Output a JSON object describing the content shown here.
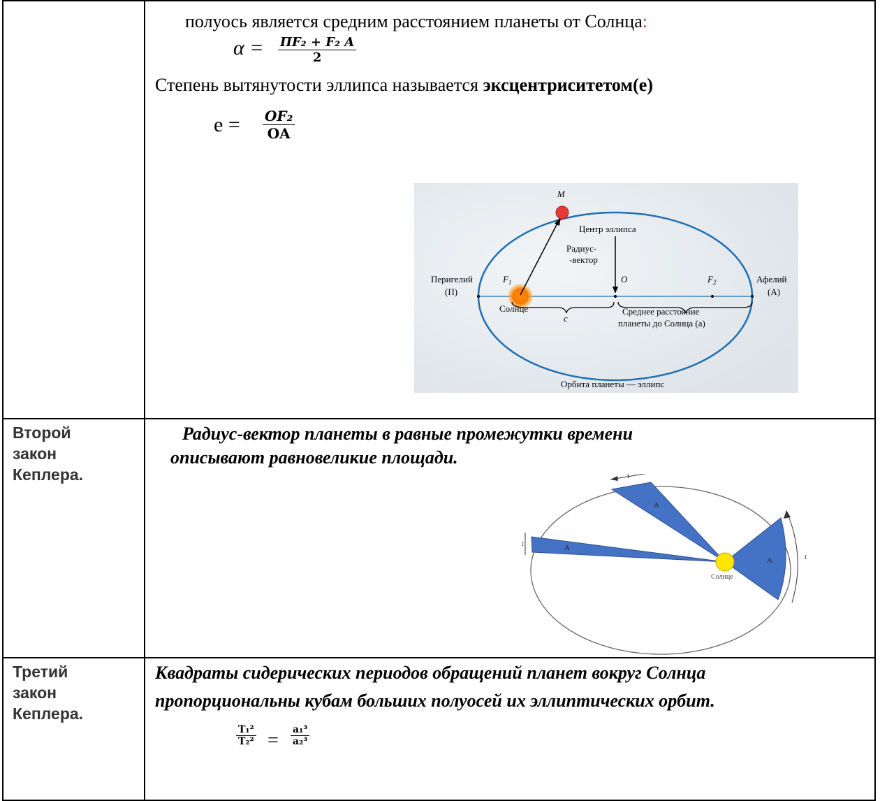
{
  "law1": {
    "line_before": "полуось является средним расстоянием планеты от Солнца",
    "colon": ":",
    "formula_a": {
      "lhs": "α =",
      "num": "ПF₂ + F₂ A",
      "den": "2"
    },
    "ecc_text": "Степень вытянутости эллипса называется ",
    "ecc_term": "эксцентриситетом(е)",
    "formula_e": {
      "lhs": "е =",
      "num": "OF₂",
      "den": "OA"
    },
    "diagram": {
      "m_label": "M",
      "center_label": "Центр эллипса",
      "radius_label_1": "Радиус-",
      "radius_label_2": "-вектор",
      "perihelion_1": "Перигелий",
      "perihelion_2": "(П)",
      "aphelion_1": "Афелий",
      "aphelion_2": "(А)",
      "f1": "F",
      "f1_sub": "1",
      "o": "O",
      "f2": "F",
      "f2_sub": "2",
      "sun": "Солнце",
      "c": "c",
      "mean_1": "Среднее расстояние",
      "mean_2": "планеты до Солнца (a)",
      "orbit": "Орбита планеты — эллипс"
    }
  },
  "law2": {
    "label": "Второй\nзакон\nКеплера.",
    "text_1": "Радиус-вектор планеты в равные промежутки времени",
    "text_2": "описывают равновеликие площади.",
    "diagram": {
      "area": "A",
      "time": "t",
      "sun": "Солнце"
    }
  },
  "law3": {
    "label": "Третий\nзакон\nКеплера.",
    "text_1": "Квадраты сидерических периодов обращений планет вокруг Солнца",
    "text_2": "пропорциональны кубам больших полуосей их эллиптических орбит.",
    "formula": {
      "num1": "T₁²",
      "den1": "T₂²",
      "eq": "=",
      "num2": "a₁³",
      "den2": "a₂³"
    }
  }
}
